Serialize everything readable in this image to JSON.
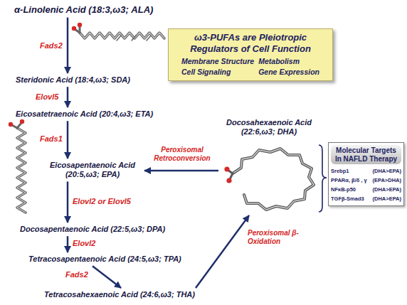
{
  "diagram": {
    "nodes": [
      {
        "text": [
          "α-Linolenic Acid (18:3,ω3; ALA)"
        ]
      },
      {
        "text": [
          "ω3-PUFAs are Pleiotropic Regulators of Cell Function",
          "Membrane Structure",
          "Metabolism",
          "Cell Signaling",
          "Gene Expression"
        ]
      },
      {
        "text": [
          "Steridonic Acid (18:4,ω3; SDA)"
        ]
      },
      {
        "text": [
          "Eicosatetraenoic Acid (20:4,ω3; ETA)"
        ]
      },
      {
        "text": [
          "Docosahexaenoic Acid (22:6,ω3; DHA)"
        ]
      },
      {
        "text": [
          "Molecular Targets In NAFLD Therapy",
          "Srebp1",
          "(DHA>EPA)",
          "PPARα, β/δ , γ",
          "(EPA>DHA)",
          "NFκB-p50",
          "(DHA>EPA)",
          "TGFβ-Smad3",
          "(DHA>EPA)"
        ]
      },
      {
        "text": [
          "Eicosapentaenoic Acid (20:5,ω3; EPA)"
        ]
      },
      {
        "text": [
          "Docosapentaenoic Acid (22:5,ω3; DPA)"
        ]
      },
      {
        "text": [
          "Tetracosapentaenoic Acid (24:5,ω3; TPA)"
        ]
      },
      {
        "text": [
          "Tetracosahexaenoic Acid (24:6,ω3; THA)"
        ]
      }
    ],
    "edges": [
      {
        "from": 0,
        "to": 2,
        "label": "Fads2",
        "arrow": "to"
      },
      {
        "from": 2,
        "to": 3,
        "label": "Elovl5",
        "arrow": "to"
      },
      {
        "from": 3,
        "to": 6,
        "label": "Fads1",
        "arrow": "to"
      },
      {
        "from": 6,
        "to": 7,
        "label": "Elovl2 or Elovl5",
        "arrow": "to"
      },
      {
        "from": 7,
        "to": 8,
        "label": "Elovl2",
        "arrow": "to"
      },
      {
        "from": 8,
        "to": 9,
        "label": "Fads2",
        "arrow": "to"
      },
      {
        "from": 9,
        "to": 4,
        "label": "Peroxisomal β-Oxidation",
        "arrow": "to"
      },
      {
        "from": 4,
        "to": 6,
        "label": "Peroxisomal Retroconversion",
        "arrow": "to"
      }
    ]
  }
}
